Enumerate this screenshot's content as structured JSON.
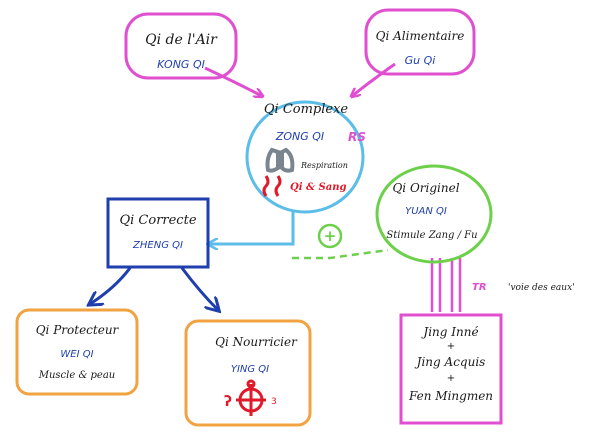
{
  "colors": {
    "pink": "#e04fd0",
    "blue": "#5bbde8",
    "navy": "#1f3fae",
    "green": "#6cd04a",
    "orange": "#f2a341",
    "red": "#e01a2a",
    "gray": "#7a8590",
    "ink": "#1a1a1a",
    "wave": "#1f3fae"
  },
  "nodes": {
    "air": {
      "title": "Qi de l'Air",
      "sub": "KONG QI"
    },
    "aliment": {
      "title": "Qi Alimentaire",
      "sub": "Gu Qi"
    },
    "complexe": {
      "title": "Qi Complexe",
      "sub": "ZONG QI",
      "tag": "RS",
      "note": "Respiration",
      "extra": "Qi & Sang"
    },
    "originel": {
      "title": "Qi Originel",
      "sub": "YUAN QI",
      "note": "Stimule Zang / Fu"
    },
    "correcte": {
      "title": "Qi Correcte",
      "sub": "ZHENG QI"
    },
    "protecteur": {
      "title": "Qi Protecteur",
      "sub": "WEI QI",
      "note": "Muscle & peau"
    },
    "nourricier": {
      "title": "Qi Nourricier",
      "sub": "YING QI"
    },
    "jing": {
      "line1": "Jing Inné",
      "plus1": "+",
      "line2": "Jing Acquis",
      "plus2": "+",
      "line3": "Fen Mingmen"
    }
  },
  "labels": {
    "plus_circle": "+",
    "tr": "TR",
    "voie": "'voie des eaux'",
    "heart_left": "ʔ",
    "heart_right": "3"
  }
}
